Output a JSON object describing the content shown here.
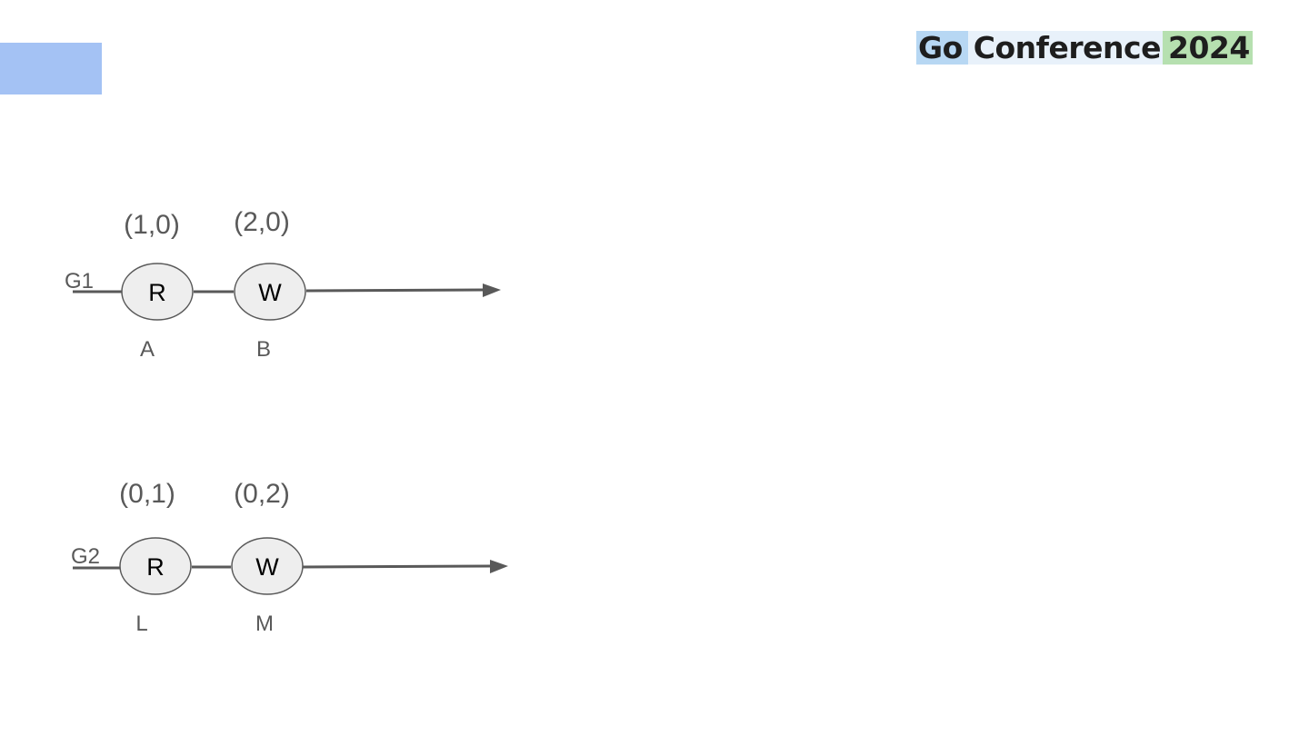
{
  "colors": {
    "corner_box": "#a4c2f4",
    "line": "#595959",
    "node_fill": "#eeeeee",
    "node_stroke": "#595959",
    "logo_go_bg": "#b7d7f3",
    "logo_conference_bg": "#e8f1fa",
    "logo_year_bg": "#b6e0b0"
  },
  "logo": {
    "go": "Go",
    "conference": "Conference",
    "year": "2024"
  },
  "goroutines": [
    {
      "name": "G1",
      "nodes": [
        {
          "op": "R",
          "label": "A",
          "clock": "(1,0)"
        },
        {
          "op": "W",
          "label": "B",
          "clock": "(2,0)"
        }
      ]
    },
    {
      "name": "G2",
      "nodes": [
        {
          "op": "R",
          "label": "L",
          "clock": "(0,1)"
        },
        {
          "op": "W",
          "label": "M",
          "clock": "(0,2)"
        }
      ]
    }
  ]
}
